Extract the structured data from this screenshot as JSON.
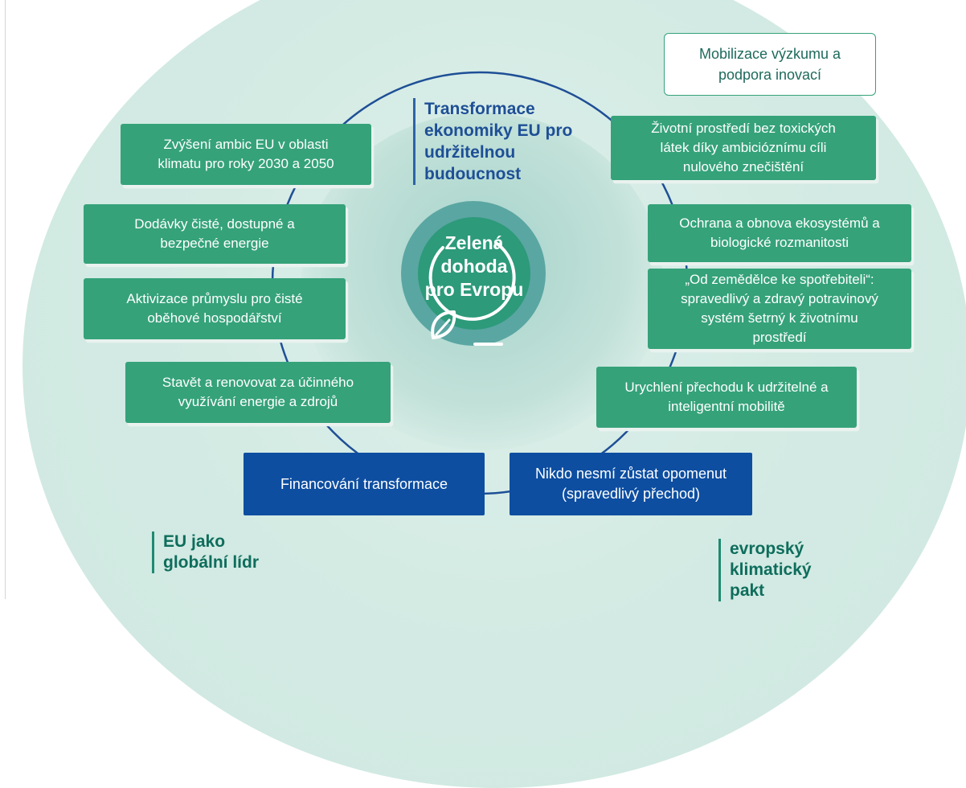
{
  "center": {
    "lines": [
      "Zelená",
      "dohoda",
      "pro Evropu"
    ]
  },
  "heading_transform": {
    "lines": [
      "Transformace",
      "ekonomiky EU pro",
      "udržitelnou",
      "budoucnost"
    ]
  },
  "left_boxes": [
    {
      "lines": [
        "Zvýšení ambic EU v oblasti",
        "klimatu pro roky 2030 a 2050"
      ]
    },
    {
      "lines": [
        "Dodávky čisté, dostupné a",
        "bezpečné energie"
      ]
    },
    {
      "lines": [
        "Aktivizace průmyslu pro čisté",
        "oběhové hospodářství"
      ]
    },
    {
      "lines": [
        "Stavět a renovovat za účinného",
        "využívání energie a zdrojů"
      ]
    }
  ],
  "right_boxes": [
    {
      "lines": [
        "Životní prostředí bez toxických",
        "látek díky ambicióznímu cíli",
        "nulového znečištění"
      ]
    },
    {
      "lines": [
        "Ochrana a obnova ekosystémů a",
        "biologické rozmanitosti"
      ]
    },
    {
      "lines": [
        "„Od zemědělce ke spotřebiteli“:",
        "spravedlivý a zdravý potravinový",
        "systém šetrný k životnímu",
        "prostředí"
      ]
    },
    {
      "lines": [
        "Urychlení přechodu k udržitelné a",
        "inteligentní mobilitě"
      ]
    }
  ],
  "research_box": {
    "lines": [
      "Mobilizace výzkumu a",
      "podpora inovací"
    ]
  },
  "finance_box": {
    "lines": [
      "Financování transformace"
    ]
  },
  "just_box": {
    "lines": [
      "Nikdo nesmí zůstat opomenut",
      "(spravedlivý přechod)"
    ]
  },
  "heading_global": {
    "lines": [
      "EU jako",
      "globální lídr"
    ]
  },
  "heading_pact": {
    "lines": [
      "evropský",
      "klimatický",
      "pakt"
    ]
  },
  "colors": {
    "green_box": "#35a27a",
    "blue_box": "#0d4ea1",
    "ring_blue": "#1e4f96",
    "outer_fill": "#d2eae3",
    "hub_teal": "#2d9a7a"
  }
}
